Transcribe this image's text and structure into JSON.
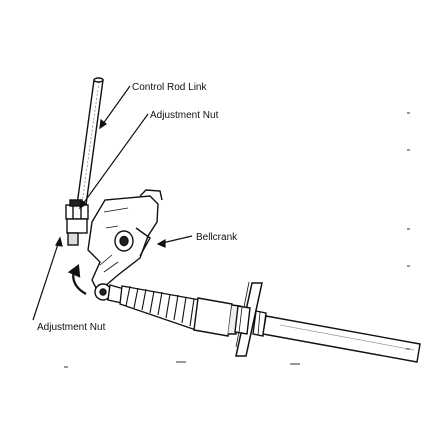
{
  "labels": {
    "control_rod_link": "Control Rod Link",
    "adjustment_nut_top": "Adjustment Nut",
    "bellcrank": "Bellcrank",
    "adjustment_nut_bottom": "Adjustment Nut"
  }
}
